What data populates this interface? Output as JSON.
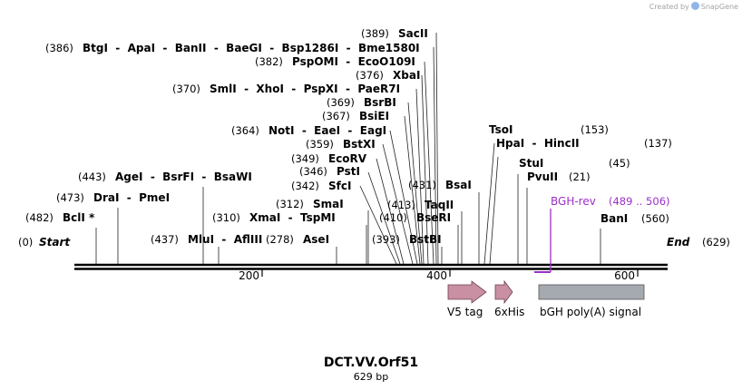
{
  "credit": {
    "prefix": "Created by",
    "brand": "SnapGene"
  },
  "title": "DCT.VV.Orf51",
  "length": "629 bp",
  "ends": {
    "start_pos": "(0)",
    "start": "Start",
    "end": "End",
    "end_pos": "(629)"
  },
  "ruler": [
    "200",
    "400",
    "600"
  ],
  "sites": [
    {
      "pos": "(389)",
      "names": [
        "SacII"
      ]
    },
    {
      "pos": "(386)",
      "names": [
        "BtgI",
        "ApaI",
        "BanII",
        "BaeGI",
        "Bsp1286I",
        "Bme1580I"
      ]
    },
    {
      "pos": "(382)",
      "names": [
        "PspOMI",
        "EcoO109I"
      ]
    },
    {
      "pos": "(376)",
      "names": [
        "XbaI"
      ]
    },
    {
      "pos": "(370)",
      "names": [
        "SmlI",
        "XhoI",
        "PspXI",
        "PaeR7I"
      ]
    },
    {
      "pos": "(369)",
      "names": [
        "BsrBI"
      ]
    },
    {
      "pos": "(367)",
      "names": [
        "BsiEI"
      ]
    },
    {
      "pos": "(364)",
      "names": [
        "NotI",
        "EaeI",
        "EagI"
      ]
    },
    {
      "pos": "(359)",
      "names": [
        "BstXI"
      ]
    },
    {
      "pos": "(349)",
      "names": [
        "EcoRV"
      ]
    },
    {
      "pos": "(346)",
      "names": [
        "PstI"
      ]
    },
    {
      "pos": "(342)",
      "names": [
        "SfcI"
      ]
    },
    {
      "pos": "(312)",
      "names": [
        "SmaI"
      ]
    },
    {
      "pos": "(310)",
      "names": [
        "XmaI",
        "TspMI"
      ]
    },
    {
      "pos": "(278)",
      "names": [
        "AseI"
      ]
    },
    {
      "pos": "(393)",
      "names": [
        "BstBI"
      ]
    },
    {
      "pos": "(410)",
      "names": [
        "BseRI"
      ]
    },
    {
      "pos": "(413)",
      "names": [
        "TaqII"
      ]
    },
    {
      "pos": "(431)",
      "names": [
        "BsaI"
      ]
    },
    {
      "pos": "(153)",
      "names": [
        "TsoI"
      ]
    },
    {
      "pos": "(137)",
      "names": [
        "HpaI",
        "HincII"
      ]
    },
    {
      "pos": "(45)",
      "names": [
        "StuI"
      ]
    },
    {
      "pos": "(21)",
      "names": [
        "PvuII"
      ]
    },
    {
      "pos": "(437)",
      "names": [
        "MluI",
        "AflIII"
      ]
    },
    {
      "pos": "(443)",
      "names": [
        "AgeI",
        "BsrFI",
        "BsaWI"
      ]
    },
    {
      "pos": "(473)",
      "names": [
        "DraI",
        "PmeI"
      ]
    },
    {
      "pos": "(482)",
      "names": [
        "BclI *"
      ]
    },
    {
      "pos": "(560)",
      "names": [
        "BanI"
      ]
    }
  ],
  "primer": {
    "name": "BGH-rev",
    "range": "(489 .. 506)",
    "color": "#9b30c8"
  },
  "features": [
    {
      "name": "V5 tag",
      "color": "#c98fa3"
    },
    {
      "name": "6xHis",
      "color": "#c98fa3"
    },
    {
      "name": "bGH poly(A) signal",
      "color": "#a4aab0"
    }
  ]
}
